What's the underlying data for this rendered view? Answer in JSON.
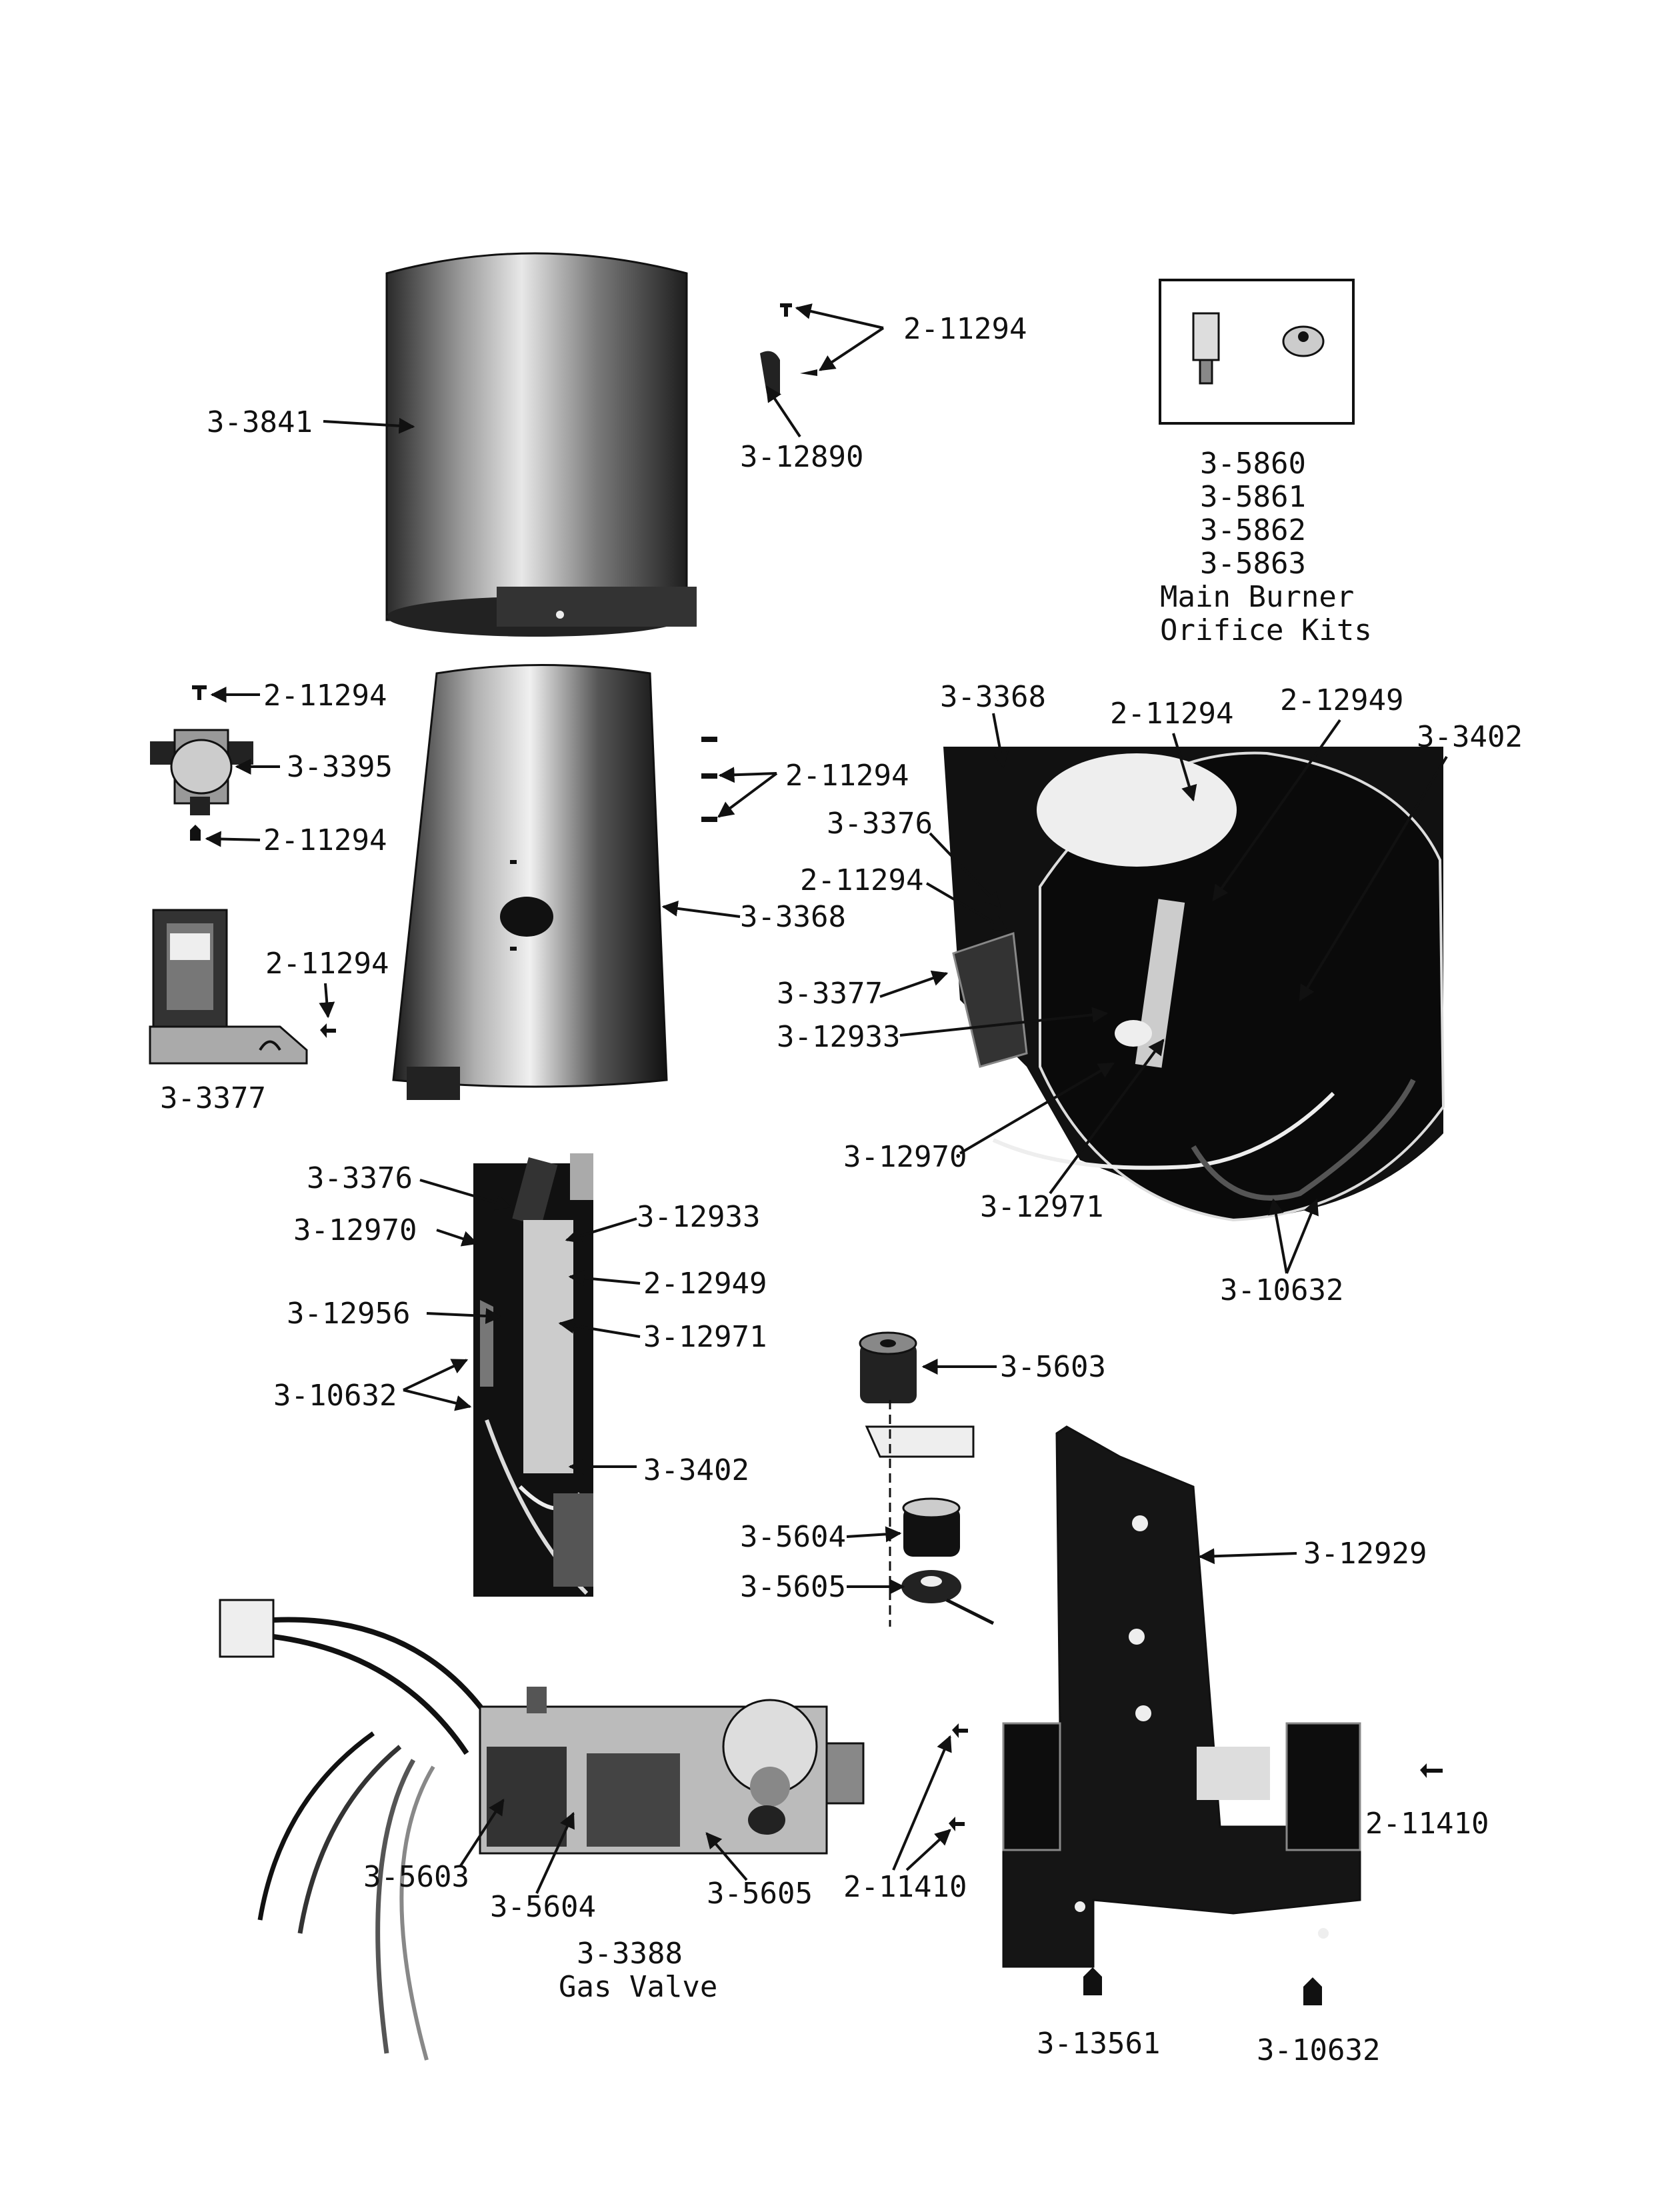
{
  "labels": {
    "top_cylinder": "3-3841",
    "clip": "3-12890",
    "screw_a": "2-11294",
    "orifice_kits": [
      "3-5860",
      "3-5861",
      "3-5862",
      "3-5863",
      "Main Burner",
      "Orifice Kits"
    ],
    "screw_b": "2-11294",
    "limit_switch": "3-3395",
    "screw_c": "2-11294",
    "screw_d": "2-11294",
    "screw_e": "2-11294",
    "relay_bracket": "3-3377",
    "combustion_chamber": "3-3368",
    "burner_view": {
      "chamber": "3-3368",
      "screw1": "2-11294",
      "electrode_bracket": "2-12949",
      "burner_tube": "3-3402",
      "igniter": "3-3376",
      "screw2": "2-11294",
      "bracket": "3-3377",
      "flame_sensor": "3-12933",
      "ignitor_mount": "3-12970",
      "sensor_lead": "3-12971",
      "wire_clip": "3-10632"
    },
    "burner_assembly": {
      "igniter": "3-3376",
      "mount": "3-12970",
      "sensor_mount": "3-12956",
      "clips": "3-10632",
      "flame_sensor": "3-12933",
      "electrode_bracket": "2-12949",
      "sensor_lead": "3-12971",
      "burner_tube": "3-3402"
    },
    "coils": [
      "3-5603",
      "3-5604",
      "3-5605"
    ],
    "mount_bracket": "3-12929",
    "screw_f": "2-11410",
    "screw_g": "2-11410",
    "gas_valve_parts": [
      "3-5603",
      "3-5604",
      "3-5605"
    ],
    "gas_valve": [
      "3-3388",
      "Gas Valve"
    ],
    "screw_h": "3-13561",
    "screw_i": "3-10632"
  }
}
